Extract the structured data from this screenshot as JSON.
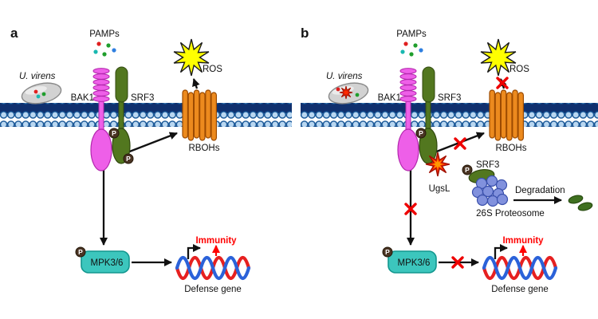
{
  "shared": {
    "phospho_label": "P"
  },
  "panel_a": {
    "panel_label": "a",
    "pamps_label": "PAMPs",
    "pathogen_label": "U. virens",
    "bak1_label": "BAK1",
    "srf3_label": "SRF3",
    "rbohs_label": "RBOHs",
    "ros_label": "ROS",
    "mpk_label": "MPK3/6",
    "immunity_label": "Immunity",
    "defense_gene_label": "Defense gene"
  },
  "panel_b": {
    "panel_label": "b",
    "pamps_label": "PAMPs",
    "pathogen_label": "U. virens",
    "bak1_label": "BAK1",
    "srf3_label": "SRF3",
    "rbohs_label": "RBOHs",
    "ros_label": "ROS",
    "ugsl_label": "UgsL",
    "srf3_cytoplasmic_label": "SRF3",
    "degradation_label": "Degradation",
    "proteasome_label": "26S Proteosome",
    "mpk_label": "MPK3/6",
    "immunity_label": "Immunity",
    "defense_gene_label": "Defense gene"
  },
  "colors": {
    "bak1_magenta": "#ee5fe8",
    "srf3_green": "#52771f",
    "rbohs_orange": "#ec8a1e",
    "ros_yellow": "#ffff00",
    "mpk_teal": "#3cc6bd",
    "membrane_blue": "#10306e",
    "proteasome_blue": "#8191dd",
    "ugsl_red": "#ff2a00",
    "immunity_red": "#ff0000",
    "block_x_red": "#ee0000",
    "dna_red": "#e62020",
    "dna_blue": "#2b62d9",
    "pathogen_gray": "#d2d2d2"
  }
}
